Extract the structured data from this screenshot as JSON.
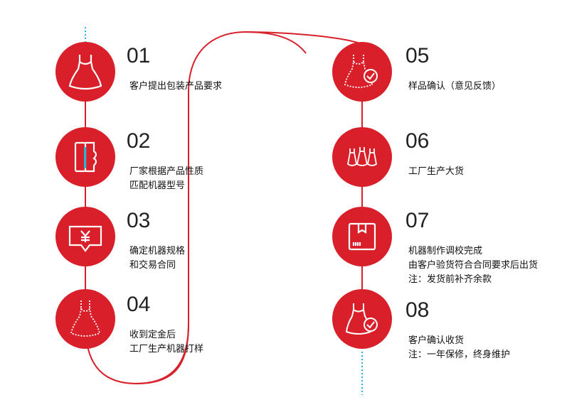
{
  "steps": [
    {
      "number": "01",
      "lines": [
        "客户提出包装产品要求"
      ],
      "icon": "dress-icon"
    },
    {
      "number": "02",
      "lines": [
        "厂家根据产品性质",
        "匹配机器型号"
      ],
      "icon": "document-roll-icon"
    },
    {
      "number": "03",
      "lines": [
        "确定机器规格",
        "和交易合同"
      ],
      "icon": "yuan-chat-icon"
    },
    {
      "number": "04",
      "lines": [
        "收到定金后",
        "工厂生产机器打样"
      ],
      "icon": "dress-outline-icon"
    },
    {
      "number": "05",
      "lines": [
        "样品确认（意见反馈）"
      ],
      "icon": "dress-check-icon"
    },
    {
      "number": "06",
      "lines": [
        "工厂生产大货"
      ],
      "icon": "dresses-batch-icon"
    },
    {
      "number": "07",
      "lines": [
        "机器制作调校完成",
        "由客户验货符合合同要求后出货",
        "注：发货前补齐余款"
      ],
      "icon": "package-box-icon"
    },
    {
      "number": "08",
      "lines": [
        "客户确认收货",
        "注：一年保修，终身维护"
      ],
      "icon": "dress-check-icon"
    }
  ],
  "colors": {
    "accent": "#d9202a",
    "dash": "#1fb8d8",
    "text": "#111111"
  }
}
